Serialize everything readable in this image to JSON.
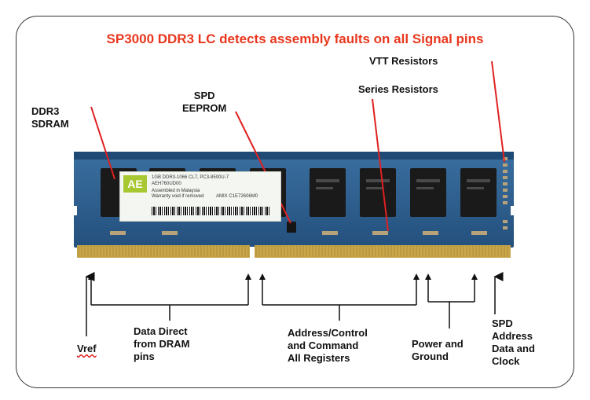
{
  "title": "SP3000 DDR3 LC detects assembly faults on all Signal pins",
  "labels": {
    "ddr3_sdram": "DDR3\nSDRAM",
    "spd_eeprom": "SPD\nEEPROM",
    "vtt_resistors": "VTT Resistors",
    "series_resistors": "Series Resistors",
    "vref": "Vref",
    "data_direct": "Data Direct\nfrom DRAM\npins",
    "address_control": "Address/Control\nand Command\nAll Registers",
    "power_ground": "Power and\nGround",
    "spd_address": "SPD\nAddress\nData and\nClock"
  },
  "module_sticker": {
    "logo": "AE",
    "line1": "1GB DDR3-1066 CL7, PC3-8500U-7",
    "line2": "AEH760UD00",
    "line3": "Assembled in Malaysia",
    "line4": "Warranty void if removed",
    "line5": "AMIX C1E72606M0"
  },
  "colors": {
    "title": "#e8371e",
    "pointer": "#e02020",
    "pcb": "#2e5f8e",
    "gold": "#c9a64a"
  }
}
